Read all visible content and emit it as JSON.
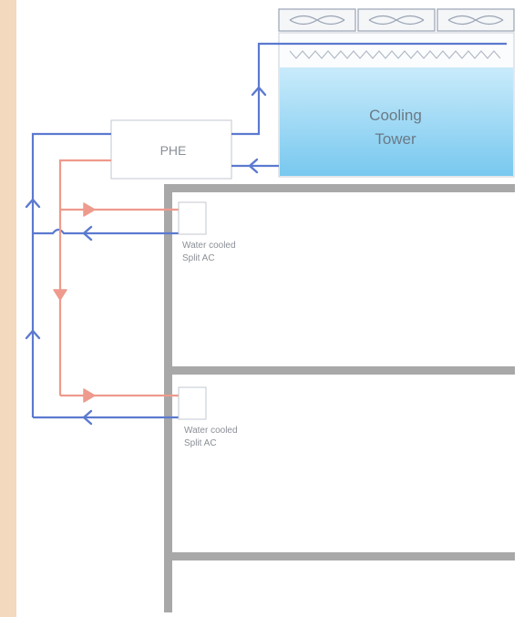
{
  "phe": {
    "label": "PHE"
  },
  "cooling_tower": {
    "label_line1": "Cooling",
    "label_line2": "Tower",
    "fan_count": 3
  },
  "split_ac_units": [
    {
      "label_line1": "Water cooled",
      "label_line2": "Split AC"
    },
    {
      "label_line1": "Water cooled",
      "label_line2": "Split AC"
    }
  ],
  "colors": {
    "left_band": "#f3d9bd",
    "supply_pipe": "#5b79cf",
    "return_pipe": "#ee9a8c",
    "building": "#a8a8a8",
    "tower_water": "#8fd2f2",
    "tower_frame": "#9aa4b4"
  }
}
